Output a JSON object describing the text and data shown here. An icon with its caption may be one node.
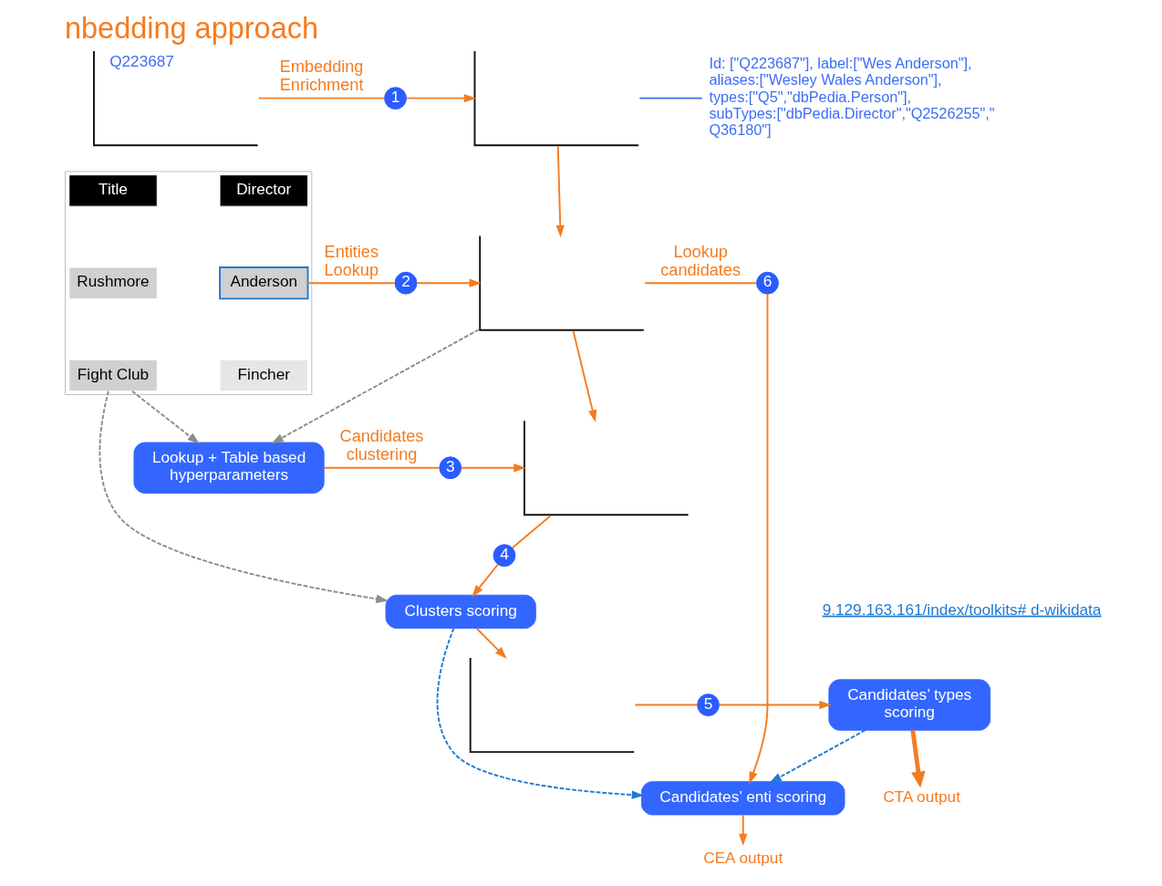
{
  "diagram": {
    "title": "nbedding approach",
    "nodes": [
      {
        "text": [
          "Q223687"
        ]
      },
      {
        "text": [],
        "shape": "picture"
      },
      {
        "text": [
          "Id: [\"Q223687\"], label:[\"Wes Anderson\"], aliases:[\"Wesley Wales Anderson\"], types:[\"Q5\",\"dbPedia.Person\"], subTypes:[\"dbPedia.Director\",\"Q2526255\",\" Q36180\"]"
        ]
      },
      {
        "text": [],
        "shape": "box"
      },
      {
        "text": [
          "Title"
        ],
        "in": 3
      },
      {
        "text": [
          "Director"
        ],
        "in": 3
      },
      {
        "text": [
          "Rushmore"
        ],
        "in": 3
      },
      {
        "text": [
          "Anderson"
        ],
        "in": 3
      },
      {
        "text": [
          "Fight Club"
        ],
        "in": 3
      },
      {
        "text": [
          "Fincher"
        ],
        "in": 3
      },
      {
        "text": [],
        "shape": "picture"
      },
      {
        "text": [
          "1"
        ]
      },
      {
        "text": [
          "2"
        ]
      },
      {
        "text": [
          "3"
        ]
      },
      {
        "text": [
          "4"
        ]
      },
      {
        "text": [
          "5"
        ]
      },
      {
        "text": [
          "6"
        ]
      },
      {
        "text": [
          "Lookup + Table based hyperparameters"
        ]
      },
      {
        "text": [],
        "shape": "picture"
      },
      {
        "text": [
          "Clusters scoring"
        ]
      },
      {
        "text": [],
        "shape": "picture"
      },
      {
        "text": [
          "Candidates’ types scoring"
        ]
      },
      {
        "text": [
          "Candidates’ enti scoring"
        ]
      },
      {
        "text": [
          "CTA output"
        ]
      },
      {
        "text": [
          "CEA output"
        ]
      }
    ],
    "edges": [
      {
        "from": 0,
        "to": 11,
        "arrow": "none",
        "label": "Embedding Enrichment"
      },
      {
        "from": 11,
        "to": 1,
        "arrow": "to"
      },
      {
        "from": 1,
        "to": 2,
        "arrow": "none",
        "color": "#3d6ef5"
      },
      {
        "from": 1,
        "to": 10,
        "arrow": "to"
      },
      {
        "from": 7,
        "to": 12,
        "arrow": "none",
        "label": "Entities Lookup"
      },
      {
        "from": 12,
        "to": 10,
        "arrow": "to"
      },
      {
        "from": 10,
        "to": 18,
        "arrow": "to"
      },
      {
        "from": 10,
        "to": 16,
        "arrow": "none",
        "label": "Lookup candidates"
      },
      {
        "from": 8,
        "to": 17,
        "arrow": "to",
        "style": "dashed",
        "color": "#8c8c8c"
      },
      {
        "from": 10,
        "to": 17,
        "arrow": "to",
        "style": "dashed",
        "color": "#8c8c8c"
      },
      {
        "from": 17,
        "to": 13,
        "arrow": "none",
        "label": "Candidates clustering"
      },
      {
        "from": 13,
        "to": 18,
        "arrow": "to"
      },
      {
        "from": 18,
        "to": 14,
        "arrow": "none"
      },
      {
        "from": 14,
        "to": 19,
        "arrow": "to"
      },
      {
        "from": 8,
        "to": 19,
        "arrow": "to",
        "style": "dashed",
        "color": "#8c8c8c"
      },
      {
        "from": 19,
        "to": 20,
        "arrow": "to"
      },
      {
        "from": 20,
        "to": 15,
        "arrow": "none"
      },
      {
        "from": 15,
        "to": 21,
        "arrow": "to"
      },
      {
        "from": 19,
        "to": 22,
        "arrow": "to",
        "style": "dashed",
        "color": "#1f7ad1"
      },
      {
        "from": 16,
        "to": 22,
        "arrow": "to"
      },
      {
        "from": 21,
        "to": 23,
        "arrow": "to",
        "style": "thick"
      },
      {
        "from": 21,
        "to": 22,
        "arrow": "to",
        "style": "dashed",
        "color": "#1f7ad1"
      },
      {
        "from": 22,
        "to": 24,
        "arrow": "to"
      }
    ],
    "labels": [
      "9.129.163.161/index/toolkits# d-wikidata"
    ]
  }
}
